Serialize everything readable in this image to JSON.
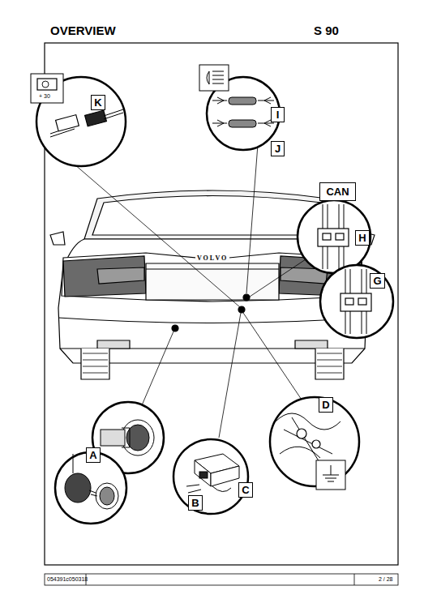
{
  "diagram": {
    "title": "OVERVIEW",
    "nodes": [
      {
        "text": [
          "K"
        ]
      },
      {
        "text": [
          "I"
        ]
      },
      {
        "text": [
          "J"
        ]
      },
      {
        "text": [
          "CAN"
        ]
      },
      {
        "text": [
          "H"
        ]
      },
      {
        "text": [
          "G"
        ]
      },
      {
        "text": [
          "D"
        ]
      },
      {
        "text": [
          "A"
        ]
      },
      {
        "text": [
          "B"
        ]
      },
      {
        "text": [
          "C"
        ]
      }
    ],
    "labels": [
      "S 90",
      "+ 30",
      "VOLVO",
      "054391c050318",
      "2 / 28"
    ]
  }
}
